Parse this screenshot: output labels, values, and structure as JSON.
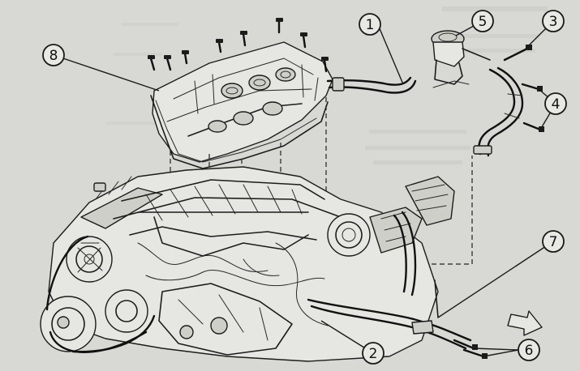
{
  "callouts": [
    {
      "label": "1",
      "part": "hose"
    },
    {
      "label": "2",
      "part": "lower-connection"
    },
    {
      "label": "3",
      "part": "bolt"
    },
    {
      "label": "4",
      "part": "mounting-bolts"
    },
    {
      "label": "5",
      "part": "valve"
    },
    {
      "label": "6",
      "part": "pipe-bolts"
    },
    {
      "label": "7",
      "part": "pipe-bracket"
    },
    {
      "label": "8",
      "part": "intake-manifold-gasket"
    }
  ]
}
